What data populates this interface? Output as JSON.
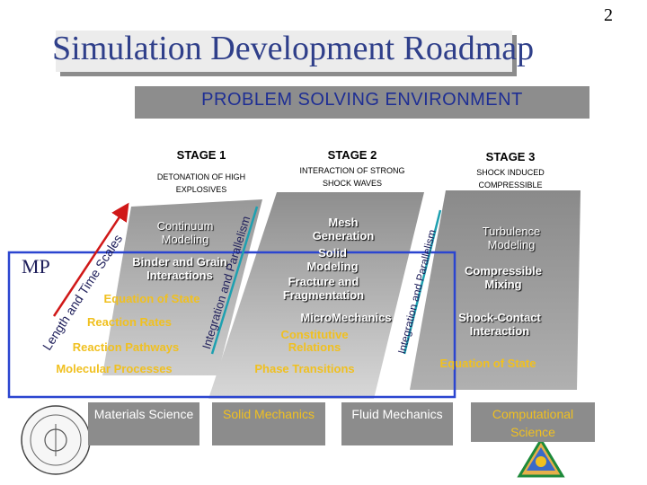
{
  "page_number": "2",
  "title": "Simulation Development Roadmap",
  "banner": "PROBLEM SOLVING ENVIRONMENT",
  "stages": [
    {
      "label": "STAGE 1",
      "desc": "DETONATION OF HIGH EXPLOSIVES"
    },
    {
      "label": "STAGE 2",
      "desc": "INTERACTION OF STRONG SHOCK WAVES"
    },
    {
      "label": "STAGE 3",
      "desc": "SHOCK INDUCED COMPRESSIBLE TURBULENCE"
    }
  ],
  "column1": {
    "items": [
      "Continuum Modeling",
      "Binder and Grain Interactions",
      "Equation of State",
      "Reaction Rates",
      "Reaction Pathways",
      "Molecular Processes"
    ]
  },
  "column2": {
    "items": [
      "Mesh Generation",
      "Solid Modeling",
      "Fracture and Fragmentation",
      "MicroMechanics",
      "Constitutive Relations",
      "Phase Transitions"
    ]
  },
  "column3": {
    "items": [
      "Turbulence Modeling",
      "Compressible Mixing",
      "Shock-Contact Interaction",
      "Equation of State"
    ]
  },
  "side_labels": {
    "mp": "MP",
    "length_time": "Length and Time Scales",
    "integration_1": "Integration and Parallelism",
    "integration_2": "Integration and Parallelism"
  },
  "disciplines": [
    "Materials Science",
    "Solid Mechanics",
    "Fluid Mechanics",
    "Computational Science"
  ],
  "colors": {
    "title": "#2f3f8a",
    "banner_text": "#1e2e94",
    "frame": "#2b45d0",
    "gold": "#f0c020",
    "arrow": "#d01818"
  }
}
